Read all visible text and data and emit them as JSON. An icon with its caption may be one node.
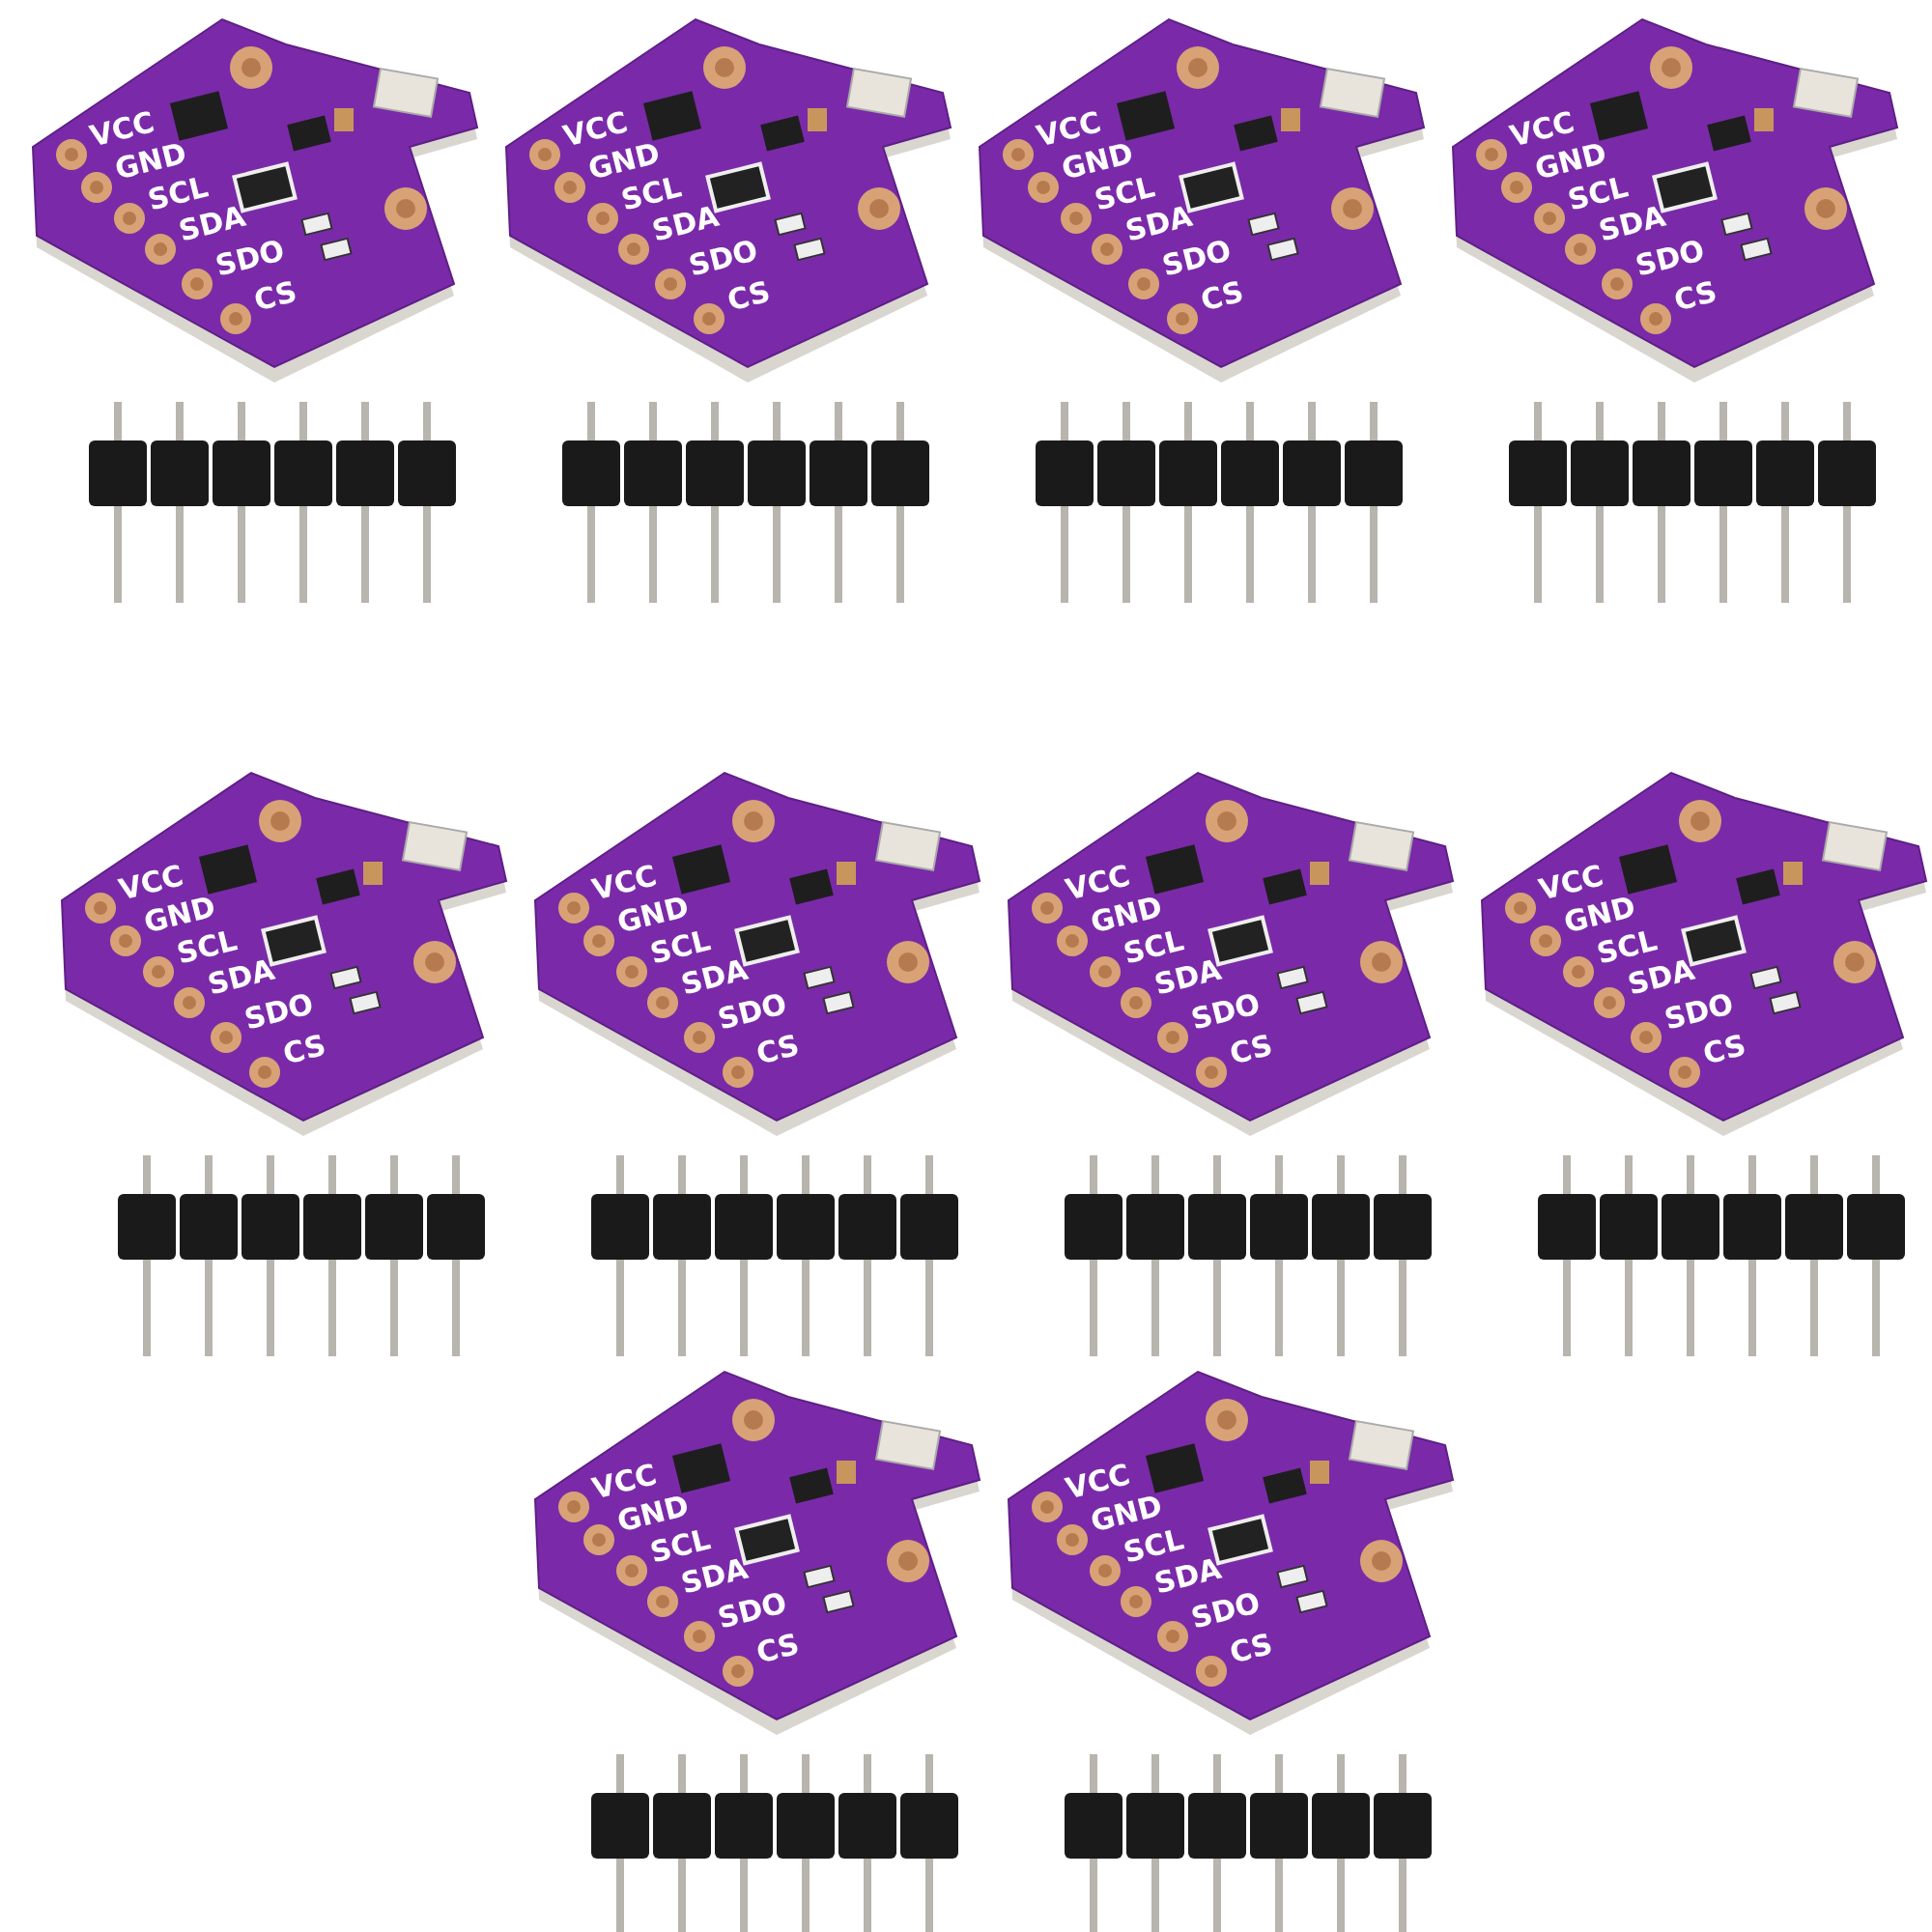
{
  "diagram": {
    "labels": [
      "VCC",
      "GND",
      "SCL",
      "SDA",
      "SDO",
      "CS",
      "VCC",
      "GND",
      "SCL",
      "SDA",
      "SDO",
      "CS",
      "VCC",
      "GND",
      "SCL",
      "SDA",
      "SDO",
      "CS",
      "VCC",
      "GND",
      "SCL",
      "SDA",
      "SDO",
      "CS",
      "VCC",
      "GND",
      "SCL",
      "SDA",
      "SDO",
      "CS",
      "VCC",
      "GND",
      "SCL",
      "SDA",
      "SDO",
      "CS",
      "VCC",
      "GND",
      "SCL",
      "SDA",
      "SDO",
      "CS",
      "VCC",
      "GND",
      "SCL",
      "SDA",
      "SDO",
      "CS",
      "VCC",
      "GND",
      "SCL",
      "SDA",
      "SDO",
      "CS",
      "VCC",
      "GND",
      "SCL",
      "SDA",
      "SDO",
      "CS"
    ]
  }
}
